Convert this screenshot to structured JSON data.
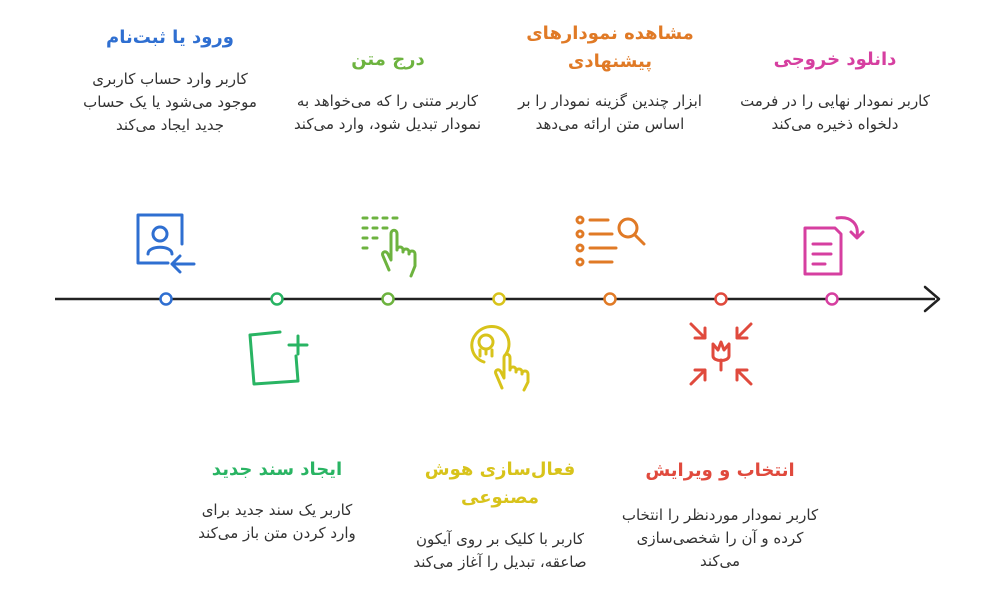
{
  "steps": [
    {
      "title": "ورود یا ثبت‌نام",
      "description": "کاربر وارد حساب کاربری موجود می‌شود یا یک حساب جدید ایجاد می‌کند",
      "color": "#2f6fd1",
      "icon": "user-login-icon",
      "position": "top"
    },
    {
      "title": "ایجاد سند جدید",
      "description": "کاربر یک سند جدید برای وارد کردن متن باز می‌کند",
      "color": "#29b463",
      "icon": "new-document-icon",
      "position": "bottom"
    },
    {
      "title": "درج متن",
      "description": "کاربر متنی را که می‌خواهد به نمودار تبدیل شود، وارد می‌کند",
      "color": "#6db33f",
      "icon": "touch-input-icon",
      "position": "top"
    },
    {
      "title": "فعال‌سازی هوش مصنوعی",
      "description": "کاربر با کلیک بر روی آیکون صاعقه، تبدیل را آغاز می‌کند",
      "color": "#d8c31b",
      "icon": "ai-activate-icon",
      "position": "bottom"
    },
    {
      "title": "مشاهده نمودارهای پیشنهادی",
      "description": "ابزار چندین گزینه نمودار را بر اساس متن ارائه می‌دهد",
      "color": "#e07a26",
      "icon": "search-list-icon",
      "position": "top"
    },
    {
      "title": "انتخاب و ویرایش",
      "description": "کاربر نمودار موردنظر را انتخاب کرده و آن را شخصی‌سازی می‌کند",
      "color": "#e04a3d",
      "icon": "select-edit-icon",
      "position": "bottom"
    },
    {
      "title": "دانلود خروجی",
      "description": "کاربر نمودار نهایی را در فرمت دلخواه ذخیره می‌کند",
      "color": "#d63fa0",
      "icon": "download-file-icon",
      "position": "top"
    }
  ]
}
